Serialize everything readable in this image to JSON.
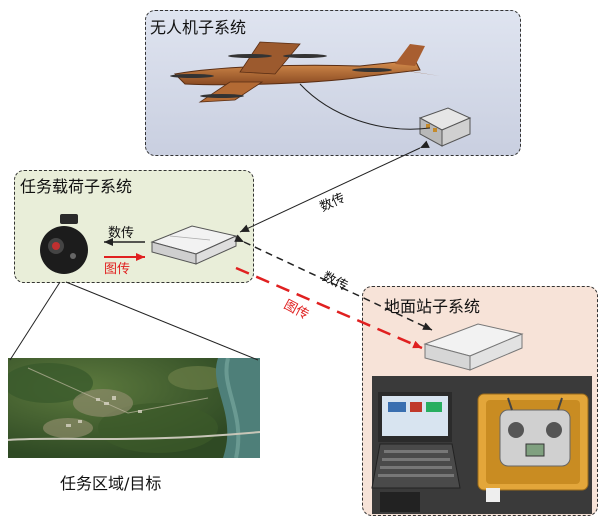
{
  "uav_subsystem": {
    "title": "无人机子系统"
  },
  "payload_subsystem": {
    "title": "任务载荷子系统",
    "link_data": "数传",
    "link_image": "图传"
  },
  "ground_subsystem": {
    "title": "地面站子系统"
  },
  "links": {
    "uav_payload_data": "数传",
    "payload_ground_data": "数传",
    "payload_ground_image": "图传"
  },
  "mission_area": {
    "caption": "任务区域/目标"
  },
  "colors": {
    "image_link": "#e02020",
    "data_link": "#222222",
    "uav_bg": "#d3d8e6",
    "payload_bg": "#e9eed9",
    "ground_bg": "#f7e3d8"
  }
}
